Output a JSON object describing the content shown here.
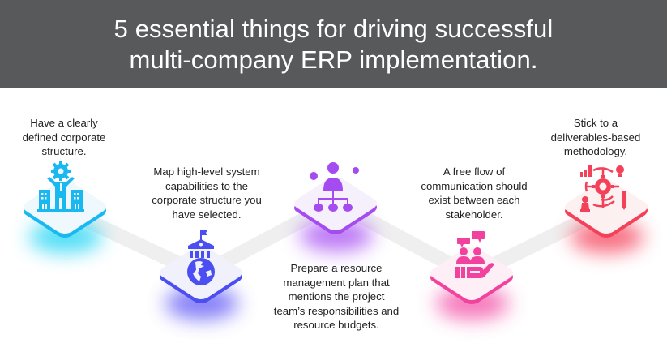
{
  "header": {
    "title_line1": "5 essential things for driving successful",
    "title_line2": "multi-company ERP implementation.",
    "background": "#58595b"
  },
  "steps": [
    {
      "index": 1,
      "text": "Have a clearly defined corporate structure.",
      "lines": [
        "Have a clearly",
        "defined corporate",
        "structure."
      ],
      "icon": "executive-gear-buildings-icon",
      "color": "#1ab8f0",
      "tile_color": "#eef8fd"
    },
    {
      "index": 2,
      "text": "Map high-level system capabilities to the corporate structure you have selected.",
      "lines": [
        "Map high-level system",
        "capabilities to the",
        "corporate structure you",
        "have selected."
      ],
      "icon": "institution-globe-icon",
      "color": "#4b4ef0",
      "tile_color": "#f1f1fc"
    },
    {
      "index": 3,
      "text": "Prepare a resource management plan that mentions the project team’s responsibilities and resource budgets.",
      "lines": [
        "Prepare a resource",
        "management plan that",
        "mentions the project",
        "team’s responsibilities and",
        "resource budgets."
      ],
      "icon": "team-hierarchy-icon",
      "color": "#a54cf0",
      "tile_color": "#f6effc"
    },
    {
      "index": 4,
      "text": "A free flow of communication should exist between each stakeholder.",
      "lines": [
        "A free flow of",
        "communication should",
        "exist between each",
        "stakeholder."
      ],
      "icon": "people-chat-hand-icon",
      "color": "#f1439e",
      "tile_color": "#fdeff5"
    },
    {
      "index": 5,
      "text": "Stick to a deliverables-based methodology.",
      "lines": [
        "Stick to a",
        "deliverables-based",
        "methodology."
      ],
      "icon": "methodology-gear-tools-icon",
      "color": "#f3415a",
      "tile_color": "#fdf0f1"
    }
  ],
  "connector_color": "#efefef"
}
